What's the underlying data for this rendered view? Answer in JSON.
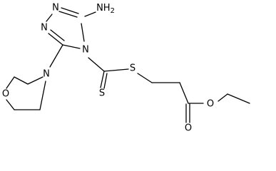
{
  "atoms": {
    "amino": "NH2",
    "triazole_n1": "N",
    "triazole_n2": "N",
    "triazole_n4": "N",
    "thioester_s": "S",
    "thione_s": "S",
    "morpholine_n": "N",
    "morpholine_o": "O",
    "ester_o": "O",
    "carbonyl_o": "O"
  }
}
